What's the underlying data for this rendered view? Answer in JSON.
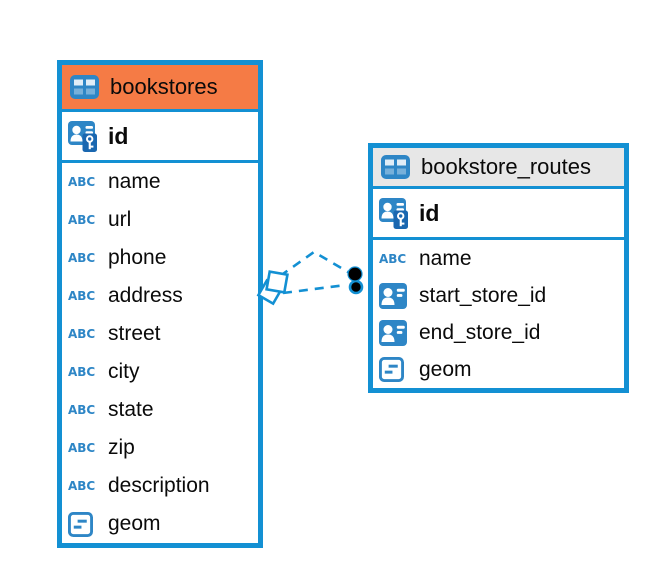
{
  "icons": {
    "text_glyph": "ABC"
  },
  "colors": {
    "table_border": "#1390D3",
    "bookstores_header_bg": "#F57B45",
    "routes_header_bg": "#E7E7E7",
    "icon_blue": "#2E86C6",
    "key_badge_blue": "#1A67B0",
    "endpoint_dot": "#000000",
    "background": "#FFFFFF",
    "text": "#0A0A0A"
  },
  "tables": [
    {
      "name": "bookstores",
      "primary_key": {
        "name": "id",
        "type": "primary key"
      },
      "columns": [
        {
          "name": "name",
          "type": "text"
        },
        {
          "name": "url",
          "type": "text"
        },
        {
          "name": "phone",
          "type": "text"
        },
        {
          "name": "address",
          "type": "text"
        },
        {
          "name": "street",
          "type": "text"
        },
        {
          "name": "city",
          "type": "text"
        },
        {
          "name": "state",
          "type": "text"
        },
        {
          "name": "zip",
          "type": "text"
        },
        {
          "name": "description",
          "type": "text"
        },
        {
          "name": "geom",
          "type": "geometry"
        }
      ]
    },
    {
      "name": "bookstore_routes",
      "primary_key": {
        "name": "id",
        "type": "primary key"
      },
      "columns": [
        {
          "name": "name",
          "type": "text"
        },
        {
          "name": "start_store_id",
          "type": "foreign key"
        },
        {
          "name": "end_store_id",
          "type": "foreign key"
        },
        {
          "name": "geom",
          "type": "geometry"
        }
      ]
    }
  ],
  "relationship": {
    "from_table": "bookstores",
    "to_table": "bookstore_routes",
    "style": "dashed"
  }
}
